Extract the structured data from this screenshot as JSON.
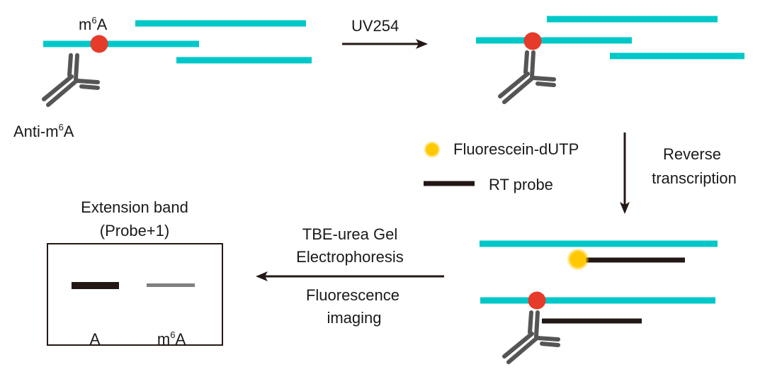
{
  "colors": {
    "rna": "#00c8c8",
    "m6a_dot": "#e63a2a",
    "antibody": "#555555",
    "arrow": "#231815",
    "probe": "#231815",
    "fluorescein": "#ffc800",
    "band_strong": "#231815",
    "band_weak": "#808080",
    "gel_border": "#231815"
  },
  "panel1": {
    "m6a_label": {
      "base": "m",
      "sup": "6",
      "tail": "A"
    },
    "antibody_label": {
      "base": "Anti-m",
      "sup": "6",
      "tail": "A"
    }
  },
  "step_uv": {
    "label": "UV254"
  },
  "legend": {
    "items": [
      {
        "icon": "fluorescein-dot-icon",
        "label": "Fluorescein-dUTP"
      },
      {
        "icon": "rt-probe-line-icon",
        "label": "RT probe"
      }
    ]
  },
  "step_rt": {
    "line1": "Reverse",
    "line2": "transcription"
  },
  "step_gel": {
    "above": [
      "TBE-urea Gel",
      "Electrophoresis"
    ],
    "below": [
      "Fluorescence",
      "imaging"
    ]
  },
  "gel": {
    "title_line1": "Extension band",
    "title_line2": "(Probe+1)",
    "lanes": [
      {
        "label": {
          "base": "A",
          "sup": "",
          "tail": ""
        },
        "band_intensity": "strong"
      },
      {
        "label": {
          "base": "m",
          "sup": "6",
          "tail": "A"
        },
        "band_intensity": "weak"
      }
    ]
  }
}
